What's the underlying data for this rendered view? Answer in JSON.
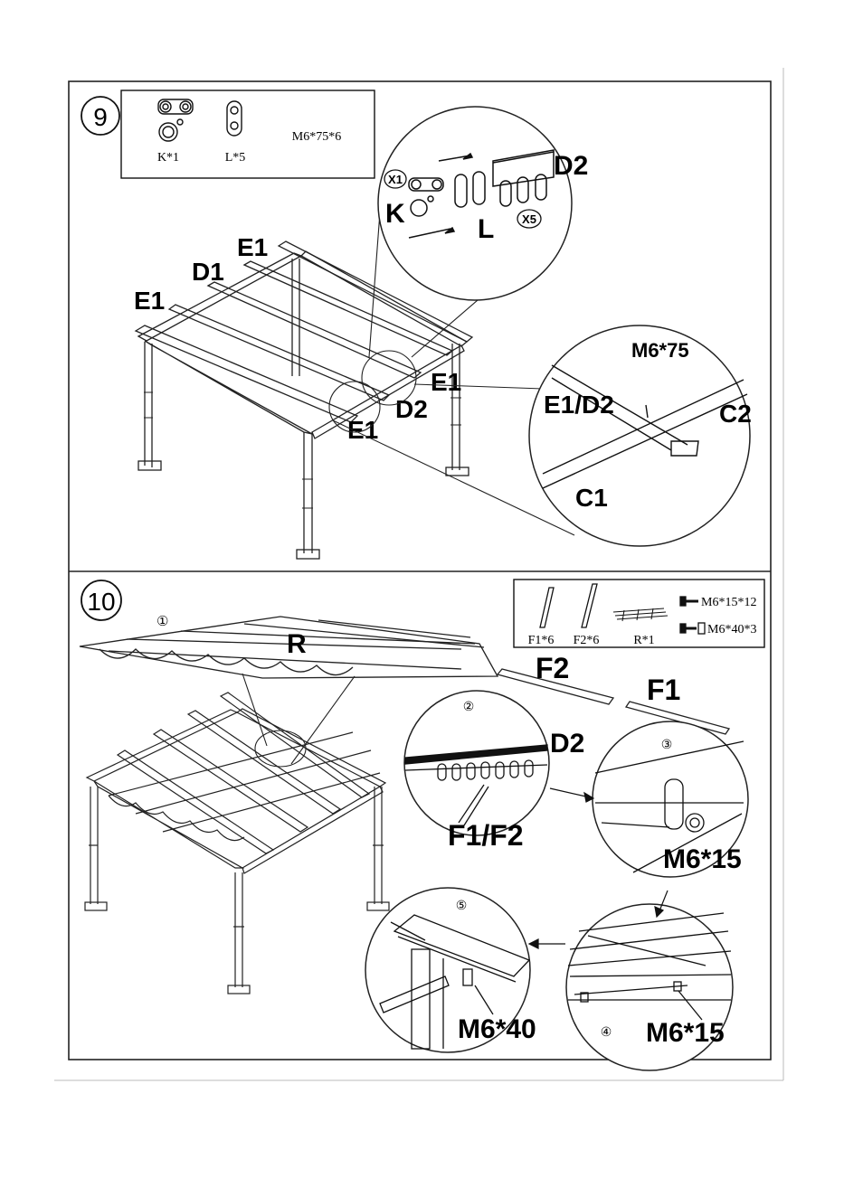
{
  "step9": {
    "number": "9",
    "parts": [
      {
        "code": "K*1"
      },
      {
        "code": "L*5"
      },
      {
        "code": "M6*75*6"
      }
    ],
    "labels": {
      "e1_a": "E1",
      "d1": "D1",
      "e1_b": "E1",
      "e1_c": "E1",
      "d2": "D2",
      "e1_d": "E1"
    },
    "zoom_top": {
      "d2": "D2",
      "k": "K",
      "l": "L",
      "x1": "X1",
      "x5": "X5"
    },
    "zoom_right": {
      "bolt": "M6*75",
      "beam": "E1/D2",
      "c2": "C2",
      "c1": "C1"
    }
  },
  "step10": {
    "number": "10",
    "parts": [
      {
        "code": "F1*6"
      },
      {
        "code": "F2*6"
      },
      {
        "code": "R*1"
      },
      {
        "code": "M6*15*12"
      },
      {
        "code": "M6*40*3"
      }
    ],
    "labels": {
      "circle1": "①",
      "r": "R",
      "f2": "F2",
      "f1": "F1"
    },
    "detail2": {
      "num": "②",
      "d2": "D2",
      "f": "F1/F2"
    },
    "detail3": {
      "num": "③",
      "bolt": "M6*15"
    },
    "detail4": {
      "num": "④",
      "bolt": "M6*15"
    },
    "detail5": {
      "num": "⑤",
      "bolt": "M6*40"
    }
  }
}
